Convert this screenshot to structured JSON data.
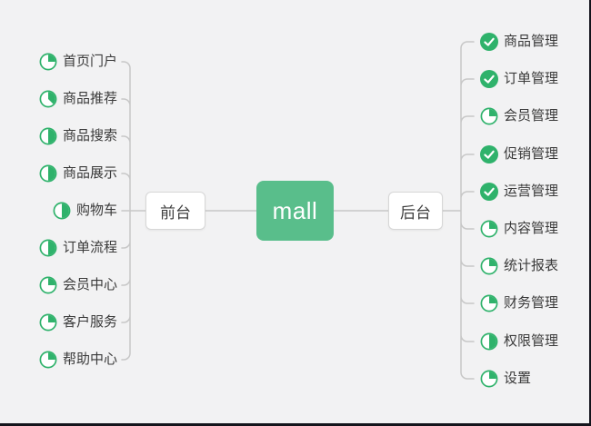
{
  "colors": {
    "accent_green": "#2fb26b",
    "root_node_green": "#59be8b",
    "connector_line": "#c7c7c7",
    "node_border": "#d7d7d7",
    "text": "#3a3a3a",
    "background": "#f2f2f3"
  },
  "mindmap": {
    "root": {
      "label": "mall"
    },
    "left_branch": {
      "label": "前台",
      "items": [
        {
          "label": "首页门户",
          "icon": {
            "name": "progress-quarter-icon",
            "type": "progress",
            "percent": 25
          }
        },
        {
          "label": "商品推荐",
          "icon": {
            "name": "progress-three-eighths-icon",
            "type": "progress",
            "percent": 37.5
          }
        },
        {
          "label": "商品搜索",
          "icon": {
            "name": "progress-half-icon",
            "type": "progress",
            "percent": 50
          }
        },
        {
          "label": "商品展示",
          "icon": {
            "name": "progress-half-icon",
            "type": "progress",
            "percent": 50
          }
        },
        {
          "label": "购物车",
          "icon": {
            "name": "progress-half-icon",
            "type": "progress",
            "percent": 50
          }
        },
        {
          "label": "订单流程",
          "icon": {
            "name": "progress-half-icon",
            "type": "progress",
            "percent": 50
          }
        },
        {
          "label": "会员中心",
          "icon": {
            "name": "progress-quarter-icon",
            "type": "progress",
            "percent": 25
          }
        },
        {
          "label": "客户服务",
          "icon": {
            "name": "progress-quarter-icon",
            "type": "progress",
            "percent": 25
          }
        },
        {
          "label": "帮助中心",
          "icon": {
            "name": "progress-quarter-icon",
            "type": "progress",
            "percent": 25
          }
        }
      ]
    },
    "right_branch": {
      "label": "后台",
      "items": [
        {
          "label": "商品管理",
          "icon": {
            "name": "check-done-icon",
            "type": "check"
          }
        },
        {
          "label": "订单管理",
          "icon": {
            "name": "check-done-icon",
            "type": "check"
          }
        },
        {
          "label": "会员管理",
          "icon": {
            "name": "progress-quarter-icon",
            "type": "progress",
            "percent": 25
          }
        },
        {
          "label": "促销管理",
          "icon": {
            "name": "check-done-icon",
            "type": "check"
          }
        },
        {
          "label": "运营管理",
          "icon": {
            "name": "check-done-icon",
            "type": "check"
          }
        },
        {
          "label": "内容管理",
          "icon": {
            "name": "progress-quarter-icon",
            "type": "progress",
            "percent": 25
          }
        },
        {
          "label": "统计报表",
          "icon": {
            "name": "progress-quarter-icon",
            "type": "progress",
            "percent": 25
          }
        },
        {
          "label": "财务管理",
          "icon": {
            "name": "progress-quarter-icon",
            "type": "progress",
            "percent": 25
          }
        },
        {
          "label": "权限管理",
          "icon": {
            "name": "progress-half-icon",
            "type": "progress",
            "percent": 50
          }
        },
        {
          "label": "设置",
          "icon": {
            "name": "progress-quarter-icon",
            "type": "progress",
            "percent": 25
          }
        }
      ]
    }
  }
}
